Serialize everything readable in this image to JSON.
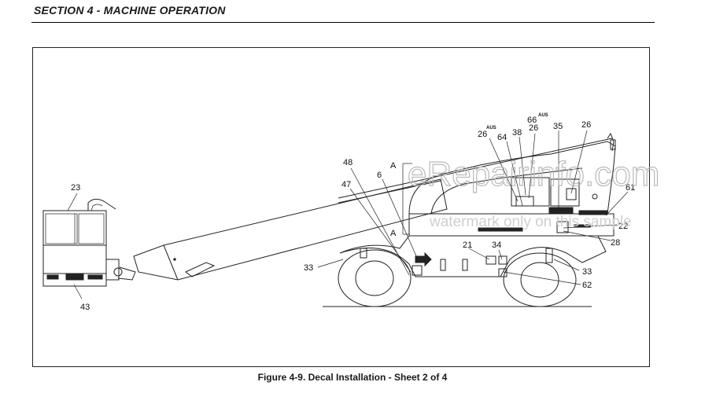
{
  "section_header": "SECTION 4 - MACHINE OPERATION",
  "caption": "Figure 4-9. Decal Installation - Sheet 2 of 4",
  "watermark": {
    "main": "eRepairinfo.com",
    "sub": "watermark only on this sample"
  },
  "section_marks": {
    "upper": "A",
    "lower": "A"
  },
  "callouts": {
    "c23": "23",
    "c43": "43",
    "c48": "48",
    "c47": "47",
    "c6": "6",
    "c33a": "33",
    "c26a": "26",
    "c26a_sup": "AUS",
    "c64": "64",
    "c38": "38",
    "c66": "66",
    "c66_sup": "AUS",
    "c26b": "26",
    "c35": "35",
    "c26c": "26",
    "c61": "61",
    "c22": "22",
    "c28": "28",
    "c21": "21",
    "c34": "34",
    "c33b": "33",
    "c62": "62"
  },
  "colors": {
    "line": "#222222",
    "watermark": "#b9b9b9"
  }
}
